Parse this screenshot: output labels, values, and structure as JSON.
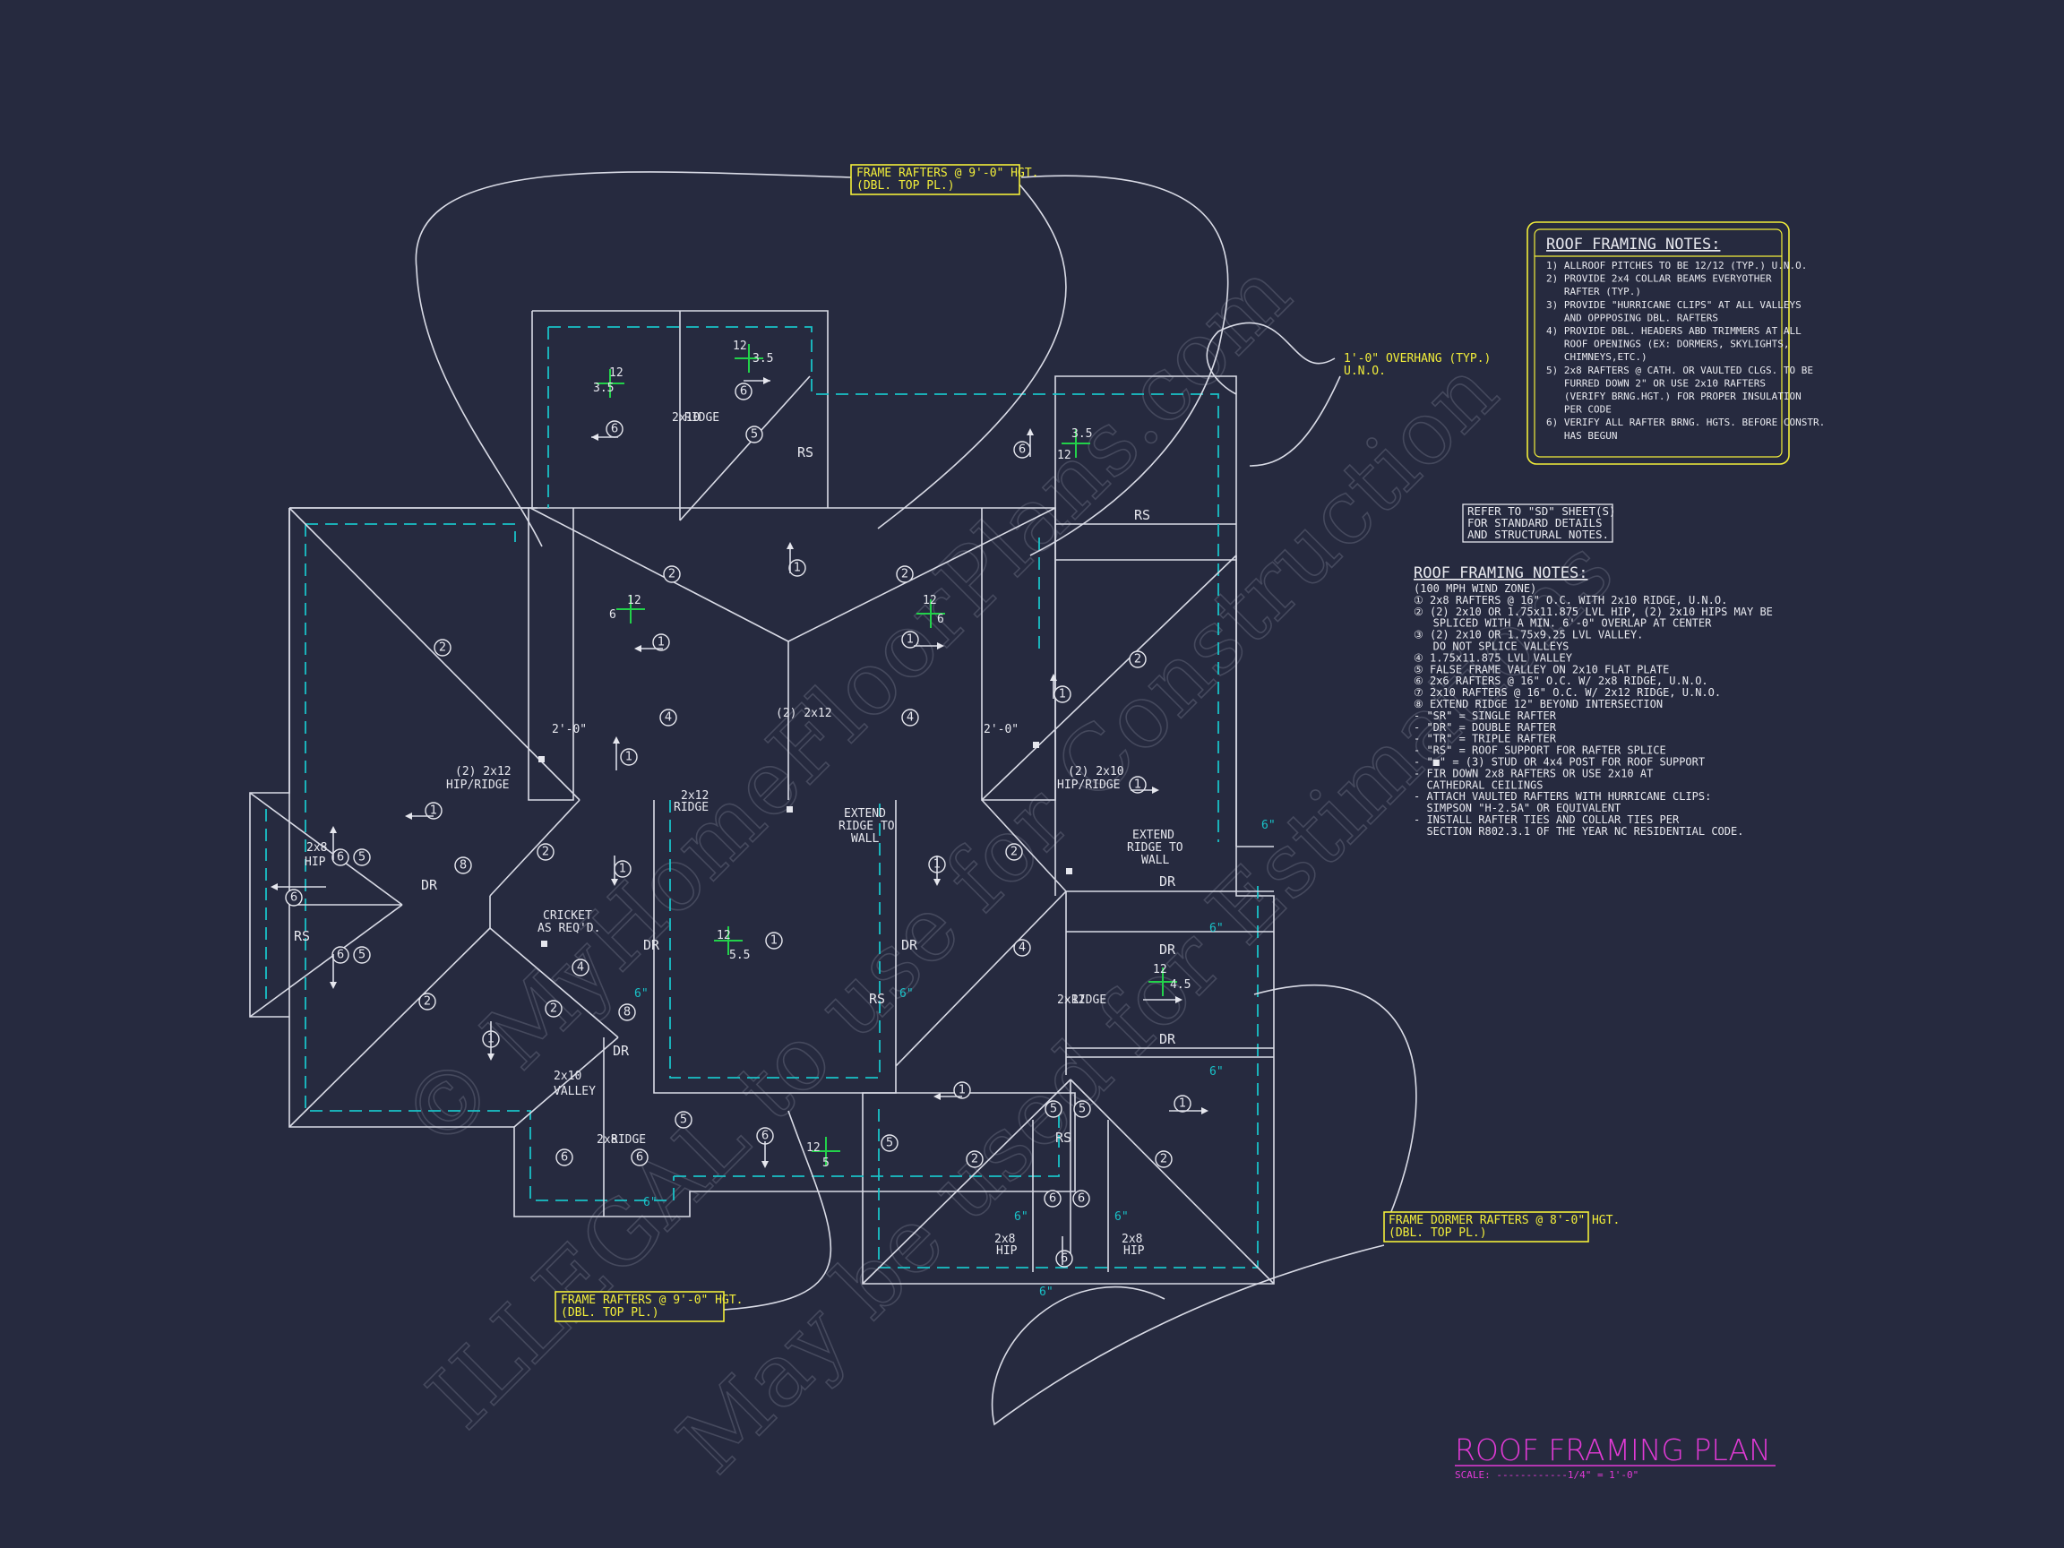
{
  "title": {
    "text": "ROOF FRAMING PLAN",
    "scale": "SCALE: ------------1/4\" = 1'-0\"",
    "color": "#e23ad6"
  },
  "watermark": {
    "line1": "© MyHomeFloorPlans.com",
    "line2": "ILLEGAL to use for Construction",
    "line3": "May be used for Estimations"
  },
  "callouts": {
    "top_rafters": [
      "FRAME RAFTERS @ 9'-0\" HGT.",
      "(DBL. TOP PL.)"
    ],
    "bottom_rafters": [
      "FRAME RAFTERS @ 9'-0\" HGT.",
      "(DBL. TOP PL.)"
    ],
    "dormer_rafters": [
      "FRAME DORMER RAFTERS @ 8'-0\" HGT.",
      "(DBL. TOP PL.)"
    ],
    "overhang": [
      "1'-0\" OVERHANG (TYP.)",
      "U.N.O."
    ]
  },
  "notes_box": {
    "title": "ROOF FRAMING NOTES:",
    "items": [
      "1) ALLROOF PITCHES TO BE 12/12 (TYP.) U.N.O.",
      "2) PROVIDE 2x4 COLLAR BEAMS EVERYOTHER",
      "   RAFTER (TYP.)",
      "3) PROVIDE \"HURRICANE CLIPS\" AT ALL VALLEYS",
      "   AND OPPPOSING DBL. RAFTERS",
      "4) PROVIDE DBL. HEADERS ABD TRIMMERS AT ALL",
      "   ROOF OPENINGS (EX: DORMERS, SKYLIGHTS,",
      "   CHIMNEYS,ETC.)",
      "5) 2x8 RAFTERS @ CATH. OR VAULTED CLGS. TO BE",
      "   FURRED DOWN 2\" OR USE 2x10 RAFTERS",
      "   (VERIFY BRNG.HGT.) FOR PROPER INSULATION",
      "   PER CODE",
      "6) VERIFY ALL RAFTER BRNG. HGTS. BEFORE CONSTR.",
      "   HAS BEGUN"
    ]
  },
  "refer_note": [
    "REFER TO \"SD\" SHEET(S)",
    "FOR STANDARD DETAILS",
    "AND STRUCTURAL NOTES."
  ],
  "legend": {
    "title": "ROOF FRAMING NOTES:",
    "lines": [
      "(100 MPH WIND ZONE)",
      "① 2x8 RAFTERS @ 16\" O.C. WITH 2x10 RIDGE, U.N.O.",
      "② (2) 2x10 OR 1.75x11.875 LVL HIP, (2) 2x10 HIPS MAY BE",
      "   SPLICED WITH A MIN. 6'-0\" OVERLAP AT CENTER",
      "③ (2) 2x10 OR 1.75x9.25 LVL VALLEY.",
      "   DO NOT SPLICE VALLEYS",
      "④ 1.75x11.875 LVL VALLEY",
      "⑤ FALSE FRAME VALLEY ON 2x10 FLAT PLATE",
      "⑥ 2x6 RAFTERS @ 16\" O.C. W/ 2x8 RIDGE, U.N.O.",
      "⑦ 2x10 RAFTERS @ 16\" O.C. W/ 2x12 RIDGE, U.N.O.",
      "⑧ EXTEND RIDGE 12\" BEYOND INTERSECTION",
      "- \"SR\" = SINGLE RAFTER",
      "- \"DR\" = DOUBLE RAFTER",
      "- \"TR\" = TRIPLE RAFTER",
      "- \"RS\" = ROOF SUPPORT FOR RAFTER SPLICE",
      "- \"■\" = (3) STUD OR 4x4 POST FOR ROOF SUPPORT",
      "- FIR DOWN 2x8 RAFTERS OR USE 2x10 AT",
      "  CATHEDRAL CEILINGS",
      "- ATTACH VAULTED RAFTERS WITH HURRICANE CLIPS:",
      "  SIMPSON \"H-2.5A\" OR EQUIVALENT",
      "- INSTALL RAFTER TIES AND COLLAR TIES PER",
      "  SECTION R802.3.1 OF THE YEAR NC RESIDENTIAL CODE."
    ]
  },
  "plan_labels": {
    "rs": "RS",
    "dr": "DR",
    "hip_ridge_left": [
      "(2) 2x12",
      "HIP/RIDGE"
    ],
    "hip_ridge_right": [
      "(2) 2x10",
      "HIP/RIDGE"
    ],
    "ridge_2x12": [
      "2x12",
      "RIDGE"
    ],
    "ridge_2x10": [
      "2x10",
      "RIDGE"
    ],
    "ridge_2x8": [
      "2x8",
      "RIDGE"
    ],
    "hip_2x8": [
      "2x8",
      "HIP"
    ],
    "valley_2x10": [
      "2x10",
      "VALLEY"
    ],
    "extend_ridge": [
      "EXTEND",
      "RIDGE TO",
      "WALL"
    ],
    "cricket": [
      "CRICKET",
      "AS REQ'D."
    ],
    "two_ft": "2'-0\"",
    "six_in": "6\"",
    "two_2x12": "(2) 2x12",
    "pitch_12": "12",
    "pitch_values": [
      "3.5",
      "6",
      "4.5",
      "5.5",
      "5"
    ]
  }
}
